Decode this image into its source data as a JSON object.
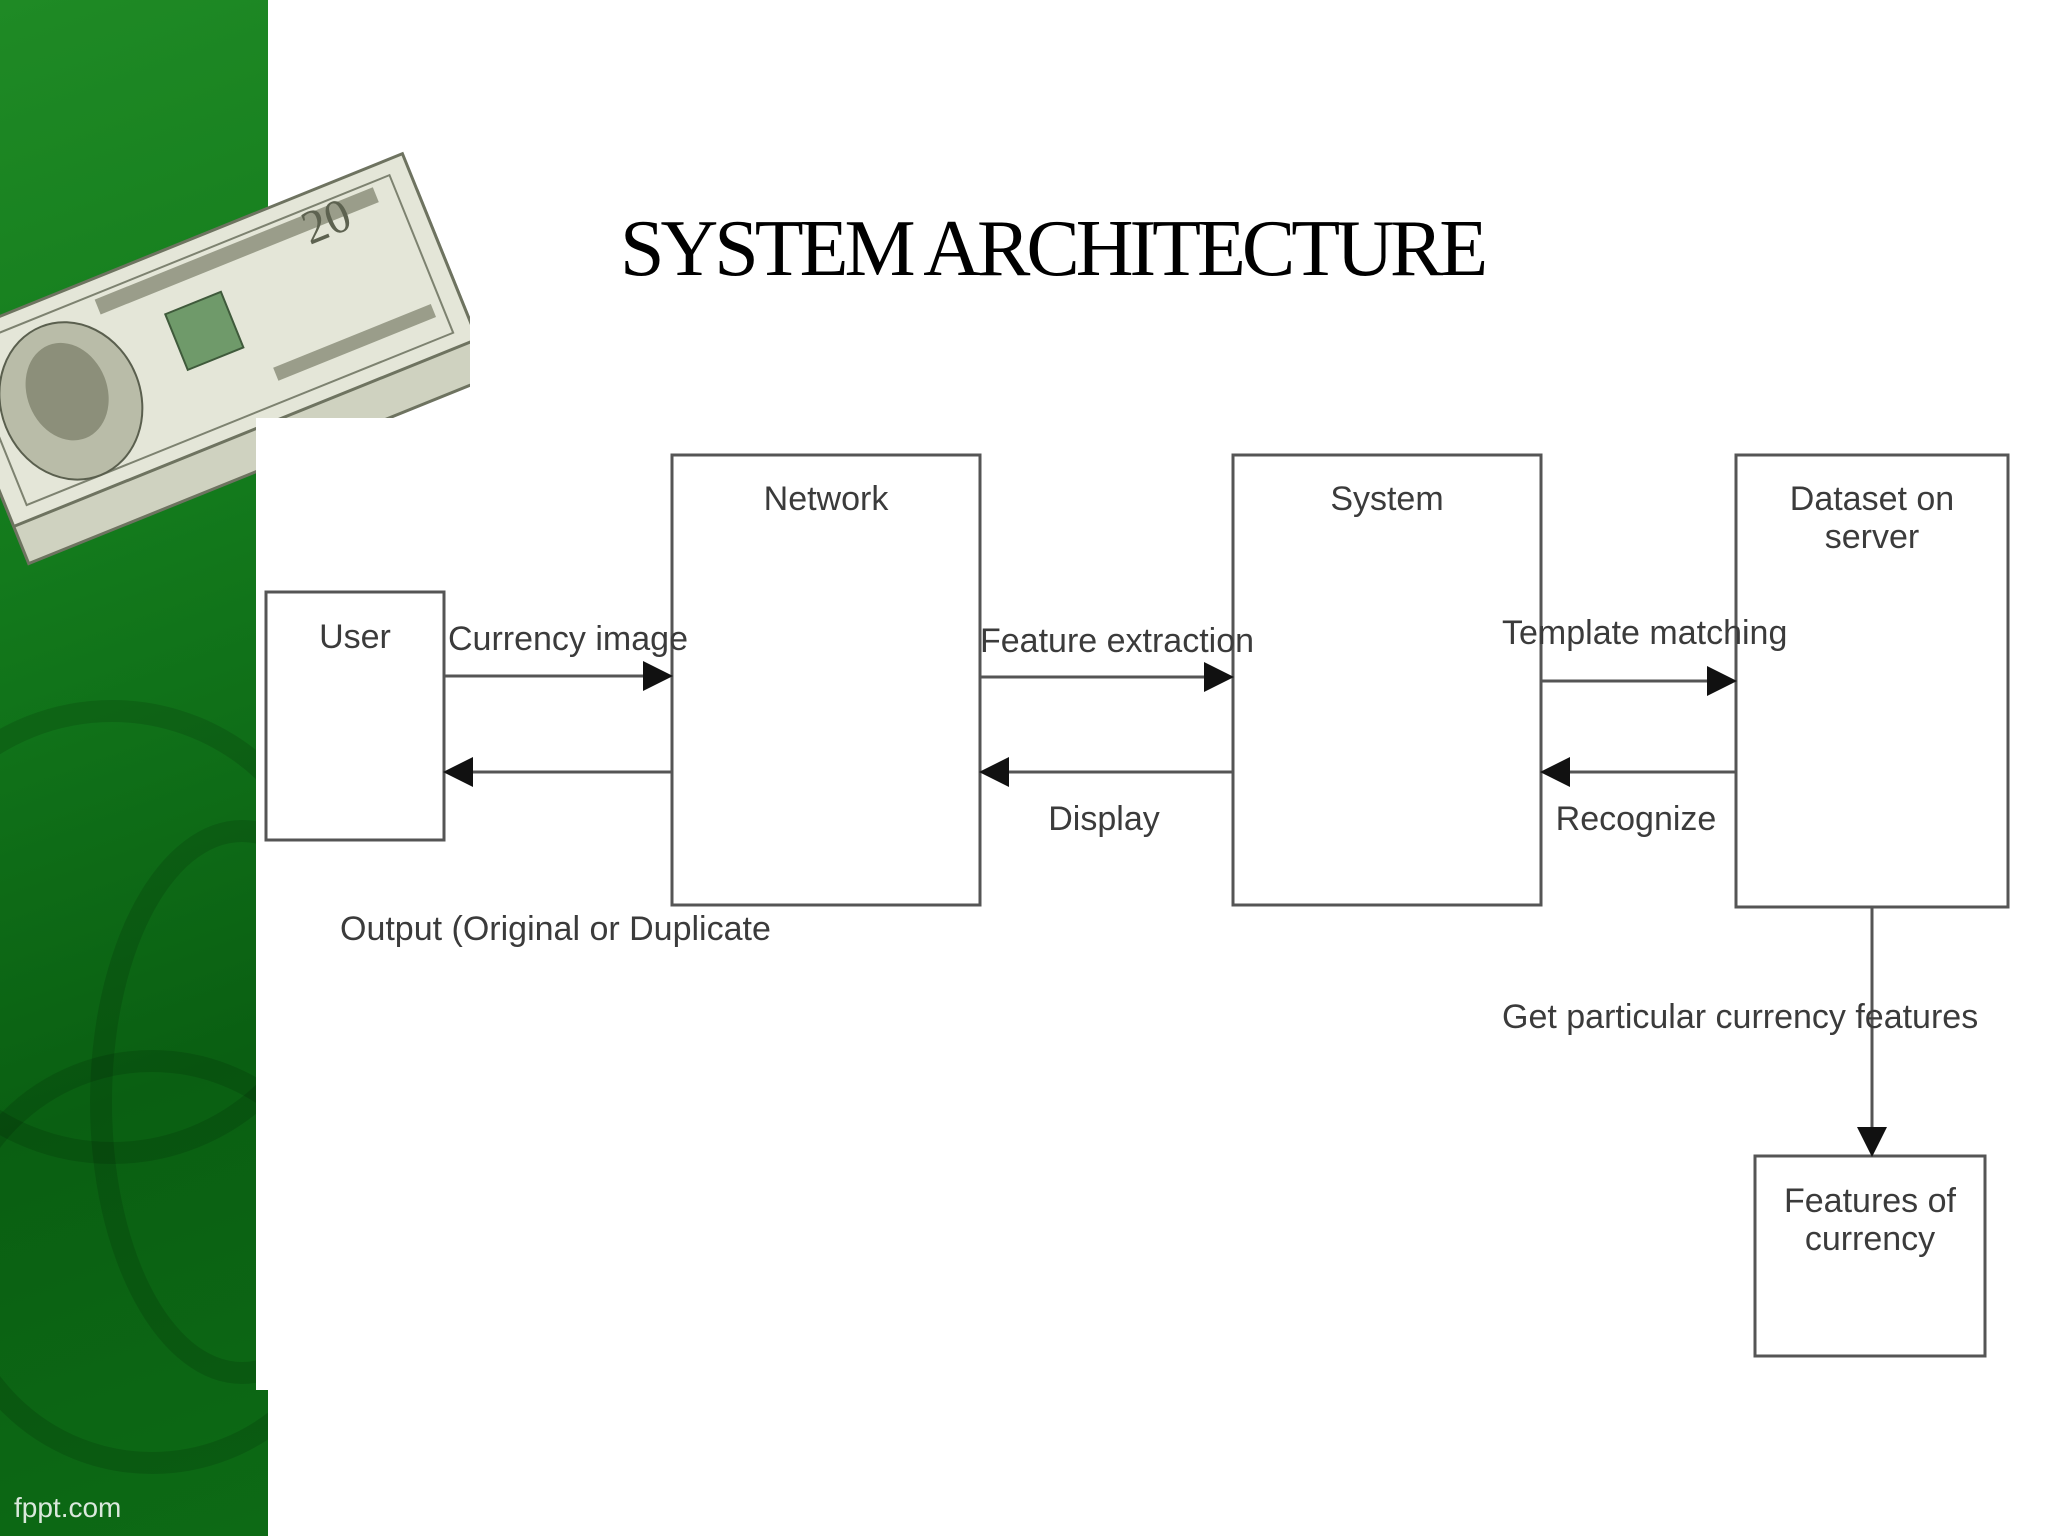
{
  "slide": {
    "title": "SYSTEM ARCHITECTURE",
    "footer_brand": "fppt.com"
  },
  "diagram": {
    "nodes": {
      "user": "User",
      "network": "Network",
      "system": "System",
      "dataset_line1": "Dataset on",
      "dataset_line2": "server",
      "features_line1": "Features of",
      "features_line2": "currency"
    },
    "edges": {
      "user_to_network": "Currency image",
      "network_to_user": "Output (Original or Duplicate",
      "network_to_system": "Feature extraction",
      "system_to_network": "Display",
      "system_to_dataset": "Template matching",
      "dataset_to_system": "Recognize",
      "dataset_to_features": "Get particular currency features"
    }
  },
  "decoration": {
    "side_panel_color": "#137a1c",
    "banknote_icon": "twenty-dollar-bill"
  }
}
